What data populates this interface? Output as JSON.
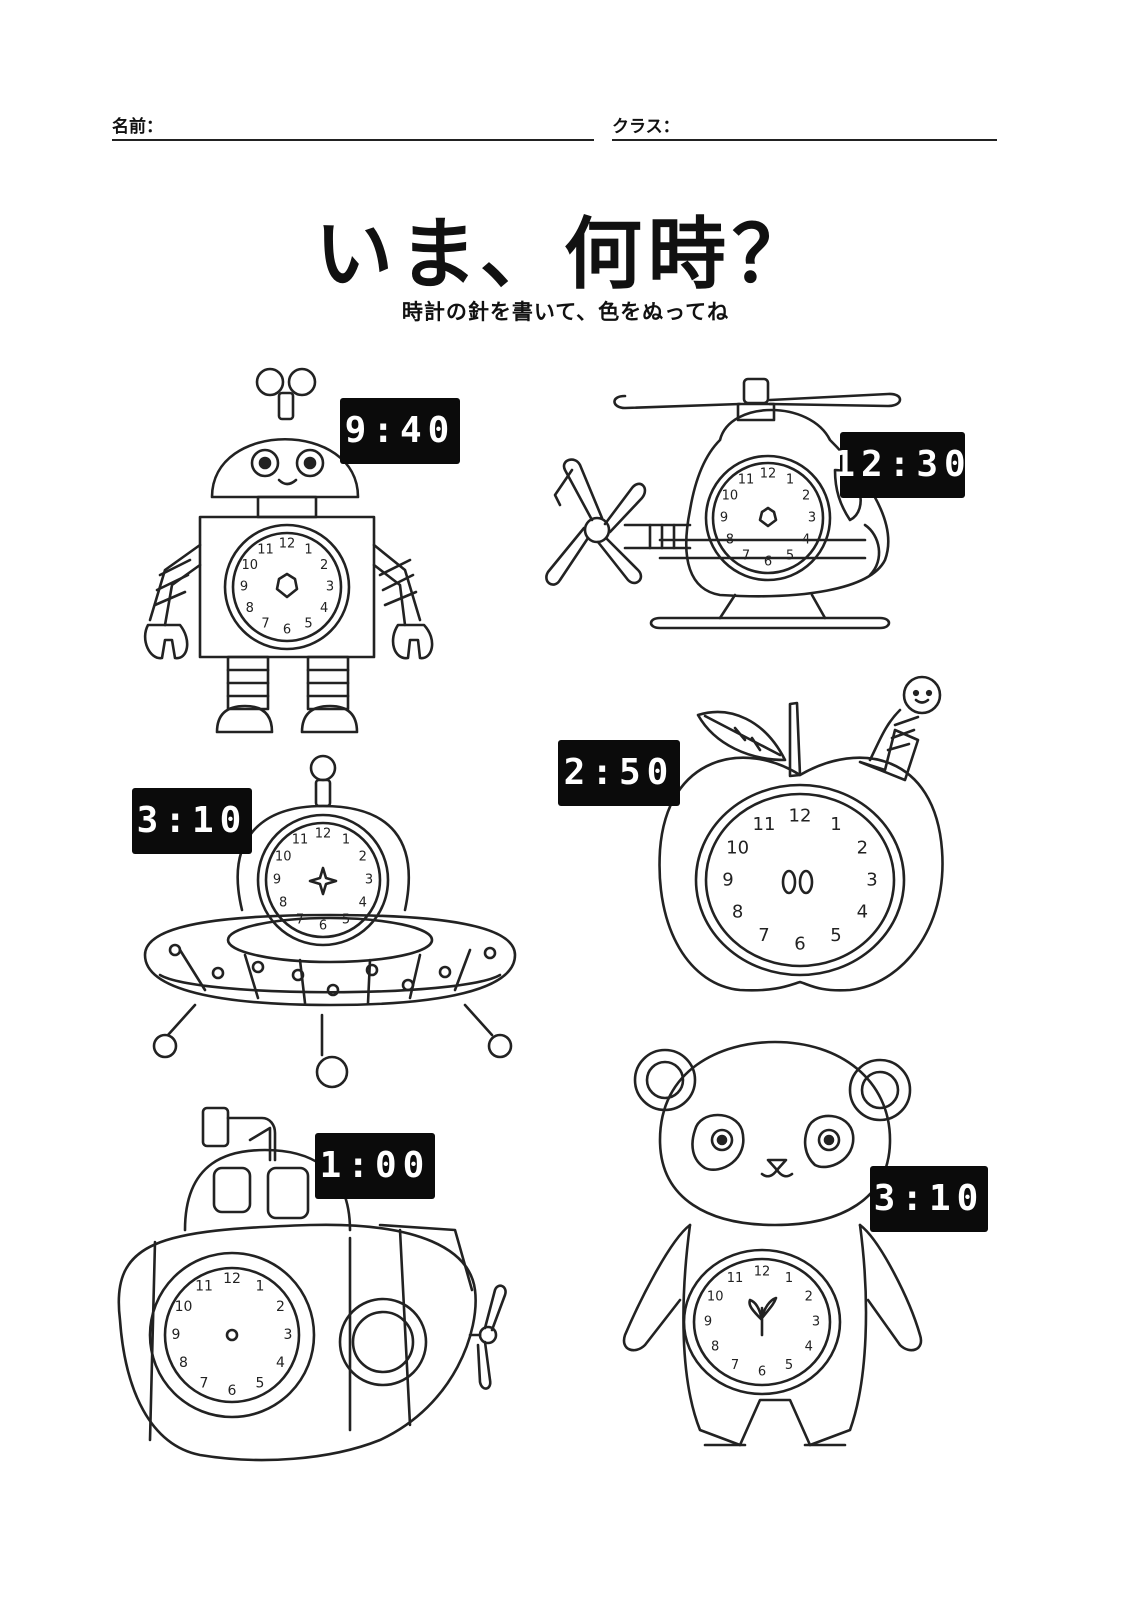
{
  "header": {
    "name_label": "名前：",
    "class_label": "クラス："
  },
  "title": "いま、何時？",
  "subtitle": "時計の針を書いて、色をぬってね",
  "clock_numerals": [
    "12",
    "1",
    "2",
    "3",
    "4",
    "5",
    "6",
    "7",
    "8",
    "9",
    "10",
    "11"
  ],
  "exercises": [
    {
      "figure": "robot",
      "time": "9:40"
    },
    {
      "figure": "helicopter",
      "time": "12:30"
    },
    {
      "figure": "ufo",
      "time": "3:10"
    },
    {
      "figure": "apple",
      "time": "2:50"
    },
    {
      "figure": "submarine",
      "time": "1:00"
    },
    {
      "figure": "panda",
      "time": "3:10"
    }
  ],
  "colors": {
    "ink": "#111111",
    "badge_bg": "#0b0b0b",
    "badge_text": "#ffffff",
    "paper": "#ffffff"
  }
}
